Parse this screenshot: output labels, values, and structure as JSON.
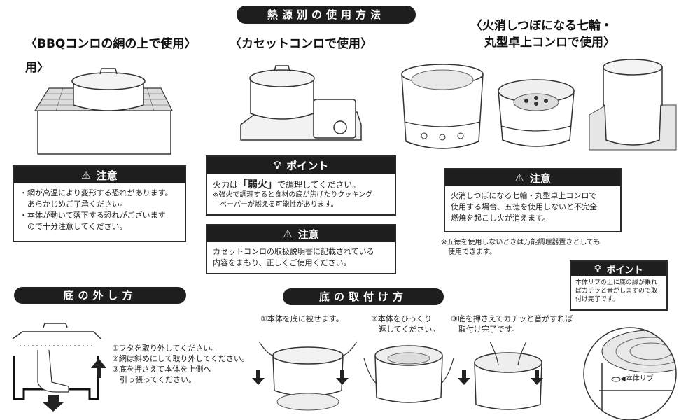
{
  "main_title": "熱源別の使用方法",
  "sections": {
    "bbq": {
      "heading": "〈BBQコンロの網の上で使用〉",
      "subheading": "用〉",
      "caution_title": "注意",
      "caution_lines": [
        "・網が高温により変形する恐れがあります。",
        "　あらかじめご了承ください。",
        "・本体が動いて落下する恐れがございます",
        "　ので十分注意してください。"
      ]
    },
    "cassette": {
      "heading": "〈カセットコンロで使用〉",
      "point_title": "ポイント",
      "point_lead_pre": "火力は",
      "point_lead_em": "「弱火」",
      "point_lead_post": "で調理してください。",
      "point_note_1": "※強火で調理すると食材の底が焦げたりクッキング",
      "point_note_2": "　ペーパーが燃える可能性があります。",
      "caution_title": "注意",
      "caution_lines": [
        "カセットコンロの取扱説明書に記載されている",
        "内容をまもり、正しくご使用ください。"
      ]
    },
    "shichirin": {
      "heading_1": "〈火消しつぼになる七輪・",
      "heading_2": "丸型卓上コンロで使用〉",
      "caution_title": "注意",
      "caution_lines": [
        "火消しつぼになる七輪・丸型卓上コンロで",
        "使用する場合、五徳を使用しないと不完全",
        "燃焼を起こし火が消えます。"
      ],
      "note_1": "※五徳を使用しないときは万能調理器置きとしても",
      "note_2": "　使用できます。",
      "point_title": "ポイント",
      "point_lines": [
        "本体リブの上に底の縁が乗れ",
        "ばカチッと音がしますので取",
        "付け完了です。"
      ]
    }
  },
  "removal": {
    "title": "底の外し方",
    "steps": [
      "①フタを取り外してください。",
      "②網は斜めにして取り外してください。",
      "③底を押さえて本体を上側へ",
      "　引っ張ってください。"
    ]
  },
  "attach": {
    "title": "底の取付け方",
    "step1": "①本体を底に被せます。",
    "step2_1": "②本体をひっくり",
    "step2_2": "　返してください。",
    "step3_1": "③底を押さえてカチッと音がすれば",
    "step3_2": "　取付け完了です。",
    "rib_label": "◀本体リブ"
  },
  "icons": {
    "caution": "warning-triangle-icon",
    "point": "lightbulb-icon"
  },
  "colors": {
    "banner": "#1e1e1e",
    "text": "#222222"
  }
}
